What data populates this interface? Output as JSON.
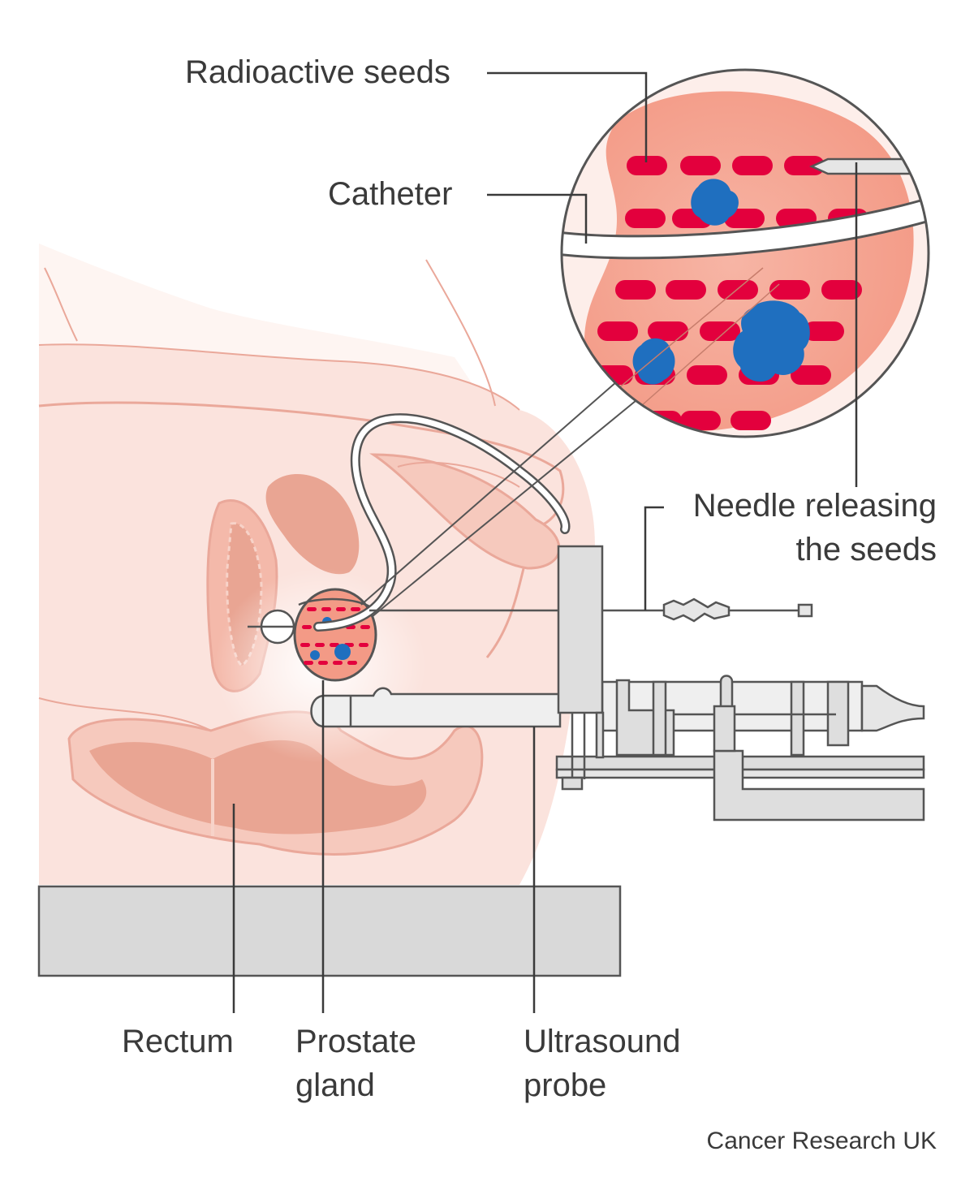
{
  "labels": {
    "radioactive_seeds": "Radioactive seeds",
    "catheter": "Catheter",
    "needle_line1": "Needle releasing",
    "needle_line2": "the seeds",
    "rectum": "Rectum",
    "prostate_line1": "Prostate",
    "prostate_line2": "gland",
    "ultrasound_line1": "Ultrasound",
    "ultrasound_line2": "probe"
  },
  "credit": "Cancer Research UK",
  "colors": {
    "seed": "#e3003d",
    "tumour": "#1f6fbf",
    "tissue_light": "#fbe6e1",
    "tissue_mid": "#f6c9bd",
    "tissue_dark": "#e9a593",
    "outline": "#eaa89a",
    "device_fill": "#dedede",
    "device_stroke": "#555555",
    "table": "#d9d9d9",
    "leader": "#3a3a3a"
  }
}
